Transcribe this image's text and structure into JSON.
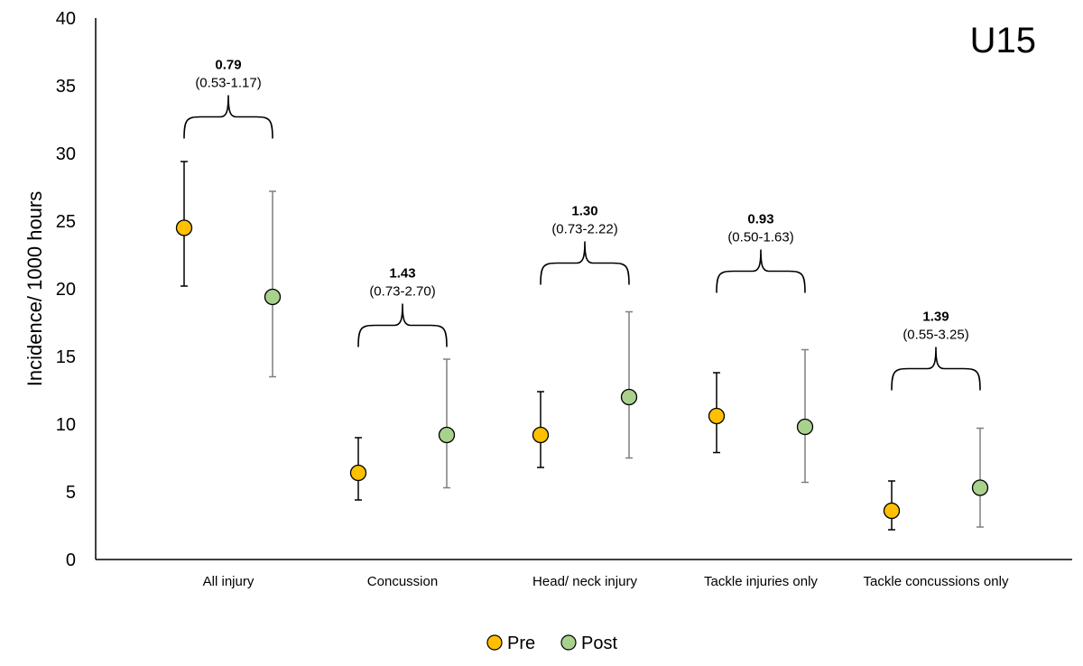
{
  "chart_data": {
    "type": "scatter",
    "panel_label": "U15",
    "ylabel": "Incidence/ 1000 hours",
    "ylim": [
      0,
      40
    ],
    "yticks": [
      0,
      5,
      10,
      15,
      20,
      25,
      30,
      35,
      40
    ],
    "grid": false,
    "legend_position": "bottom-center",
    "categories": [
      "All injury",
      "Concussion",
      "Head/ neck injury",
      "Tackle injuries only",
      "Tackle concussions only"
    ],
    "series": [
      {
        "name": "Pre",
        "color": "#FFC000",
        "values": [
          24.5,
          6.4,
          9.2,
          10.6,
          3.6
        ],
        "lower": [
          20.2,
          4.4,
          6.8,
          7.9,
          2.2
        ],
        "upper": [
          29.4,
          9.0,
          12.4,
          13.8,
          5.8
        ]
      },
      {
        "name": "Post",
        "color": "#A9D18E",
        "values": [
          19.4,
          9.2,
          12.0,
          9.8,
          5.3
        ],
        "lower": [
          13.5,
          5.3,
          7.5,
          5.7,
          2.4
        ],
        "upper": [
          27.2,
          14.8,
          18.3,
          15.5,
          9.7
        ]
      }
    ],
    "annotations": [
      {
        "ratio": "0.79",
        "ci": "(0.53-1.17)",
        "bracket_y": 32.7
      },
      {
        "ratio": "1.43",
        "ci": "(0.73-2.70)",
        "bracket_y": 17.3
      },
      {
        "ratio": "1.30",
        "ci": "(0.73-2.22)",
        "bracket_y": 21.9
      },
      {
        "ratio": "0.93",
        "ci": "(0.50-1.63)",
        "bracket_y": 21.3
      },
      {
        "ratio": "1.39",
        "ci": "(0.55-3.25)",
        "bracket_y": 14.1
      }
    ]
  }
}
